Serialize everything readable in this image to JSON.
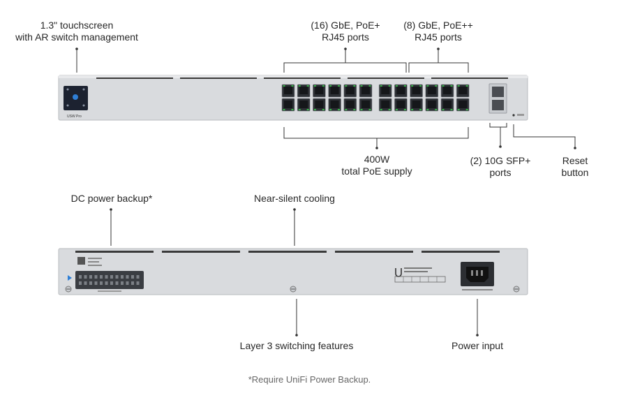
{
  "callouts": {
    "touchscreen": [
      "1.3\" touchscreen",
      "with AR switch management"
    ],
    "poe_plus": [
      "(16) GbE, PoE+",
      "RJ45 ports"
    ],
    "poe_plusplus": [
      "(8) GbE, PoE++",
      "RJ45 ports"
    ],
    "poe_budget": [
      "400W",
      "total PoE supply"
    ],
    "sfp": [
      "(2) 10G SFP+",
      "ports"
    ],
    "reset": [
      "Reset",
      "button"
    ],
    "dc_backup": "DC power backup*",
    "cooling": "Near-silent cooling",
    "layer3": "Layer 3 switching features",
    "power_input": "Power input"
  },
  "footnote": "*Require UniFi Power Backup.",
  "front_panel": {
    "model": "USW Pro",
    "port_columns": 12,
    "port_rows": 2,
    "sfp_ports": 2
  },
  "colors": {
    "chassis": "#d9dbde",
    "port_led": "#39b54a",
    "accent": "#2f7fd6",
    "screen": "#1c2230"
  }
}
